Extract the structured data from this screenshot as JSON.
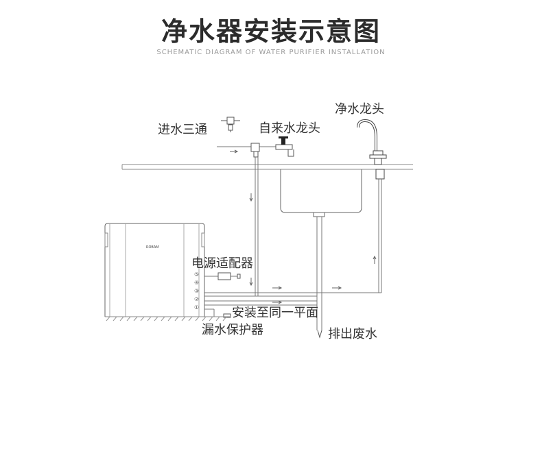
{
  "header": {
    "title": "净水器安装示意图",
    "subtitle": "SCHEMATIC DIAGRAM OF WATER PURIFIER INSTALLATION"
  },
  "labels": {
    "inlet_tee": "进水三通",
    "tap_faucet": "自来水龙头",
    "purified_faucet": "净水龙头",
    "power_adapter": "电源适配器",
    "same_level": "安装至同一平面",
    "leak_protector": "漏水保护器",
    "drain": "排出废水",
    "brand": "ROBAM"
  },
  "ports": [
    "⑤",
    "④",
    "③",
    "②",
    "①"
  ]
}
